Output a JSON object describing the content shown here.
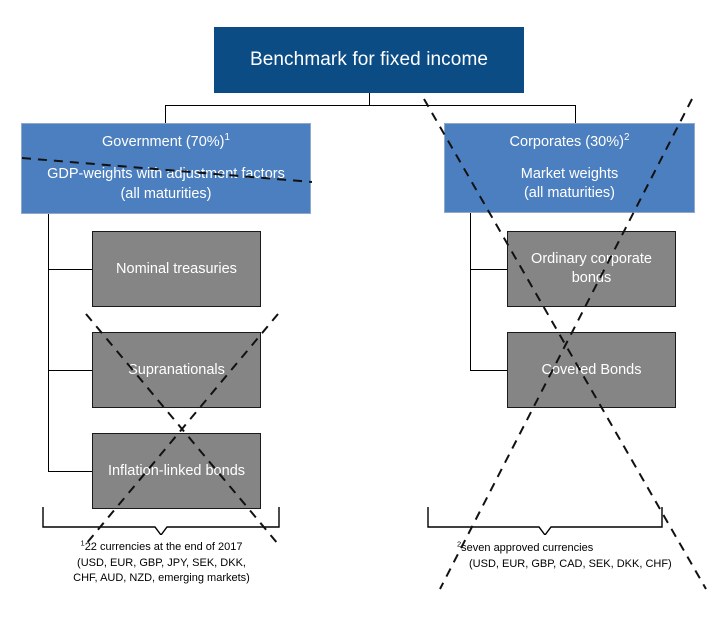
{
  "diagram": {
    "title": "Benchmark for fixed income",
    "root": {
      "label": "Benchmark for fixed income"
    },
    "branches": [
      {
        "id": "government",
        "heading": "Government (70%)",
        "heading_superscript": "1",
        "detail_line1": "GDP-weights with adjustment factors",
        "detail_line2": "(all maturities)",
        "crossed_out": true,
        "leaves": [
          {
            "label": "Nominal treasuries",
            "crossed_out": false
          },
          {
            "label": "Supranationals",
            "crossed_out": true
          },
          {
            "label": "Inflation-linked bonds",
            "crossed_out": true
          }
        ],
        "footnote": {
          "marker": "1",
          "line1": "22 currencies at the end of 2017",
          "line2": "(USD, EUR, GBP, JPY, SEK, DKK,",
          "line3": "CHF, AUD, NZD, emerging markets)"
        }
      },
      {
        "id": "corporates",
        "heading": "Corporates (30%)",
        "heading_superscript": "2",
        "detail_line1": "Market weights",
        "detail_line2": "(all maturities)",
        "crossed_out": true,
        "leaves": [
          {
            "label": "Ordinary corporate bonds",
            "label_line1": "Ordinary corporate",
            "label_line2": "bonds",
            "crossed_out": true
          },
          {
            "label": "Covered Bonds",
            "label_line1": "Covered Bonds",
            "label_line2": "",
            "crossed_out": true
          }
        ],
        "footnote": {
          "marker": "2",
          "line1": "seven approved currencies",
          "line2": "(USD, EUR, GBP, CAD, SEK, DKK, CHF)",
          "line3": ""
        }
      }
    ],
    "colors": {
      "root_fill": "#0b4c85",
      "branch_fill": "#4c7fbf",
      "leaf_fill": "#858585",
      "connector": "#000000",
      "text_on_fill": "#ffffff",
      "footnote_text": "#000000",
      "strikeout": "#000000"
    }
  }
}
